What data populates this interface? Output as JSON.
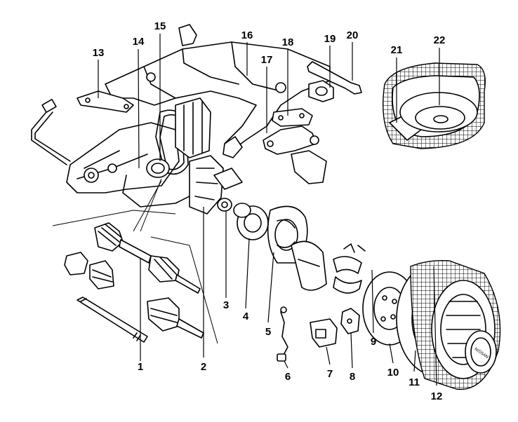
{
  "callouts": [
    {
      "id": "1",
      "label": "1"
    },
    {
      "id": "2",
      "label": "2"
    },
    {
      "id": "3",
      "label": "3"
    },
    {
      "id": "4",
      "label": "4"
    },
    {
      "id": "5",
      "label": "5"
    },
    {
      "id": "6",
      "label": "6"
    },
    {
      "id": "7",
      "label": "7"
    },
    {
      "id": "8",
      "label": "8"
    },
    {
      "id": "9",
      "label": "9"
    },
    {
      "id": "10",
      "label": "10"
    },
    {
      "id": "11",
      "label": "11"
    },
    {
      "id": "12",
      "label": "12"
    },
    {
      "id": "13",
      "label": "13"
    },
    {
      "id": "14",
      "label": "14"
    },
    {
      "id": "15",
      "label": "15"
    },
    {
      "id": "16",
      "label": "16"
    },
    {
      "id": "17",
      "label": "17"
    },
    {
      "id": "18",
      "label": "18"
    },
    {
      "id": "19",
      "label": "19"
    },
    {
      "id": "20",
      "label": "20"
    },
    {
      "id": "21",
      "label": "21"
    },
    {
      "id": "22",
      "label": "22"
    }
  ],
  "hub_cap_text": "NISSAN"
}
